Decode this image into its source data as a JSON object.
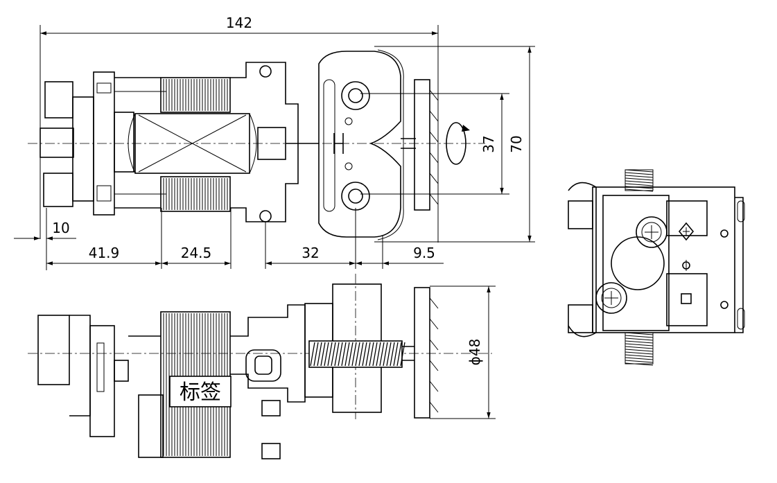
{
  "dimensions": {
    "overall_length": "142",
    "height": "70",
    "gear_center_distance": "37",
    "rear_offset": "10",
    "d1": "41.9",
    "d2": "24.5",
    "d3": "32",
    "d4": "9.5",
    "fan_diameter": "ϕ48"
  },
  "label_text": "标签"
}
